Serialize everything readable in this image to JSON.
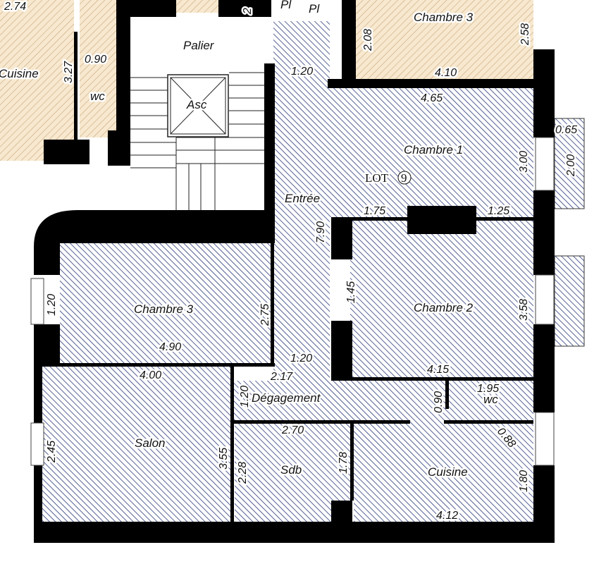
{
  "plan": {
    "lot_label": "LOT",
    "lot_number": "9",
    "colors": {
      "hatch_blue": "#2b3a7a",
      "hatch_beige": "#c9a77a",
      "beige_fill": "#f7e8cf",
      "wall": "#000000"
    },
    "rooms": {
      "cuisine_neighbor": "Cuisine",
      "wc_neighbor": "wc",
      "palier": "Palier",
      "asc": "Asc",
      "pl1": "Pl",
      "pl2": "Pl",
      "chambre3_neighbor": "Chambre 3",
      "chambre1": "Chambre 1",
      "entree": "Entrée",
      "chambre3": "Chambre 3",
      "chambre2": "Chambre 2",
      "degagement": "Dégagement",
      "wc": "wc",
      "salon": "Salon",
      "sdb": "Sdb",
      "cuisine": "Cuisine"
    },
    "dimensions": {
      "d274": "2.74",
      "d2x": "2",
      "d327": "3.27",
      "d090": "0.90",
      "d120a": "1.20",
      "d208": "2.08",
      "d258": "2.58",
      "d410": "4.10",
      "d465": "4.65",
      "d065": "0.65",
      "d300": "3.00",
      "d200": "2.00",
      "d175": "1.75",
      "d125": "1.25",
      "d790": "7.90",
      "d145": "1.45",
      "d358": "3.58",
      "d120b": "1.20",
      "d275": "2.75",
      "d490": "4.90",
      "d120c": "1.20",
      "d415": "4.15",
      "d400": "4.00",
      "d217": "2.17",
      "d120d": "1.20",
      "d090b": "0.90",
      "d195": "1.95",
      "d088": "0.88",
      "d245": "2.45",
      "d355": "3.55",
      "d270": "2.70",
      "d228": "2.28",
      "d178": "1.78",
      "d180": "1.80",
      "d412": "4.12"
    }
  }
}
